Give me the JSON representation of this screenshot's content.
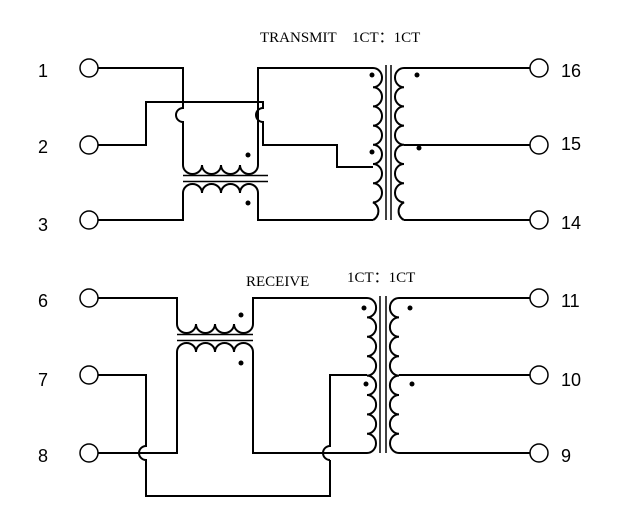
{
  "transmit": {
    "title": "TRANSMIT",
    "ratio": "1CT：1CT",
    "pins_left": [
      "1",
      "2",
      "3"
    ],
    "pins_right": [
      "16",
      "15",
      "14"
    ]
  },
  "receive": {
    "title": "RECEIVE",
    "ratio": "1CT：1CT",
    "pins_left": [
      "6",
      "7",
      "8"
    ],
    "pins_right": [
      "11",
      "10",
      "9"
    ]
  }
}
